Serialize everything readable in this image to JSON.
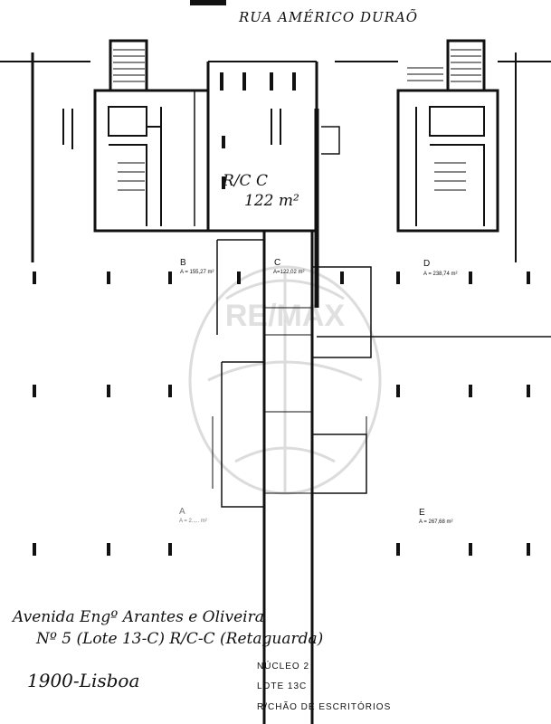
{
  "street_label": "RUA AMÉRICO DURAÕ",
  "unit_note": {
    "line1": "R/C C",
    "line2": "122 m²"
  },
  "units": [
    {
      "name": "B",
      "area": "A = 155,27 m²"
    },
    {
      "name": "C",
      "area": "A=122,02 m²"
    },
    {
      "name": "D",
      "area": "A = 238,74 m²"
    },
    {
      "name": "A",
      "area": "A = 2..,.. m²"
    },
    {
      "name": "E",
      "area": "A = 267,68 m²"
    }
  ],
  "handwritten_address": {
    "line1": "Avenida Engº Arantes e Oliveira",
    "line2": "Nº 5 (Lote 13-C) R/C-C (Retaguarda)",
    "line3": "1900-Lisboa"
  },
  "printed_info": {
    "nucleo": "NÚCLEO 2",
    "lote": "LOTE 13C",
    "floor": "R/CHÃO DE ESCRITÓRIOS"
  },
  "watermark": "RE/MAX",
  "colors": {
    "ink": "#111111",
    "watermark": "#d8d8d8"
  }
}
